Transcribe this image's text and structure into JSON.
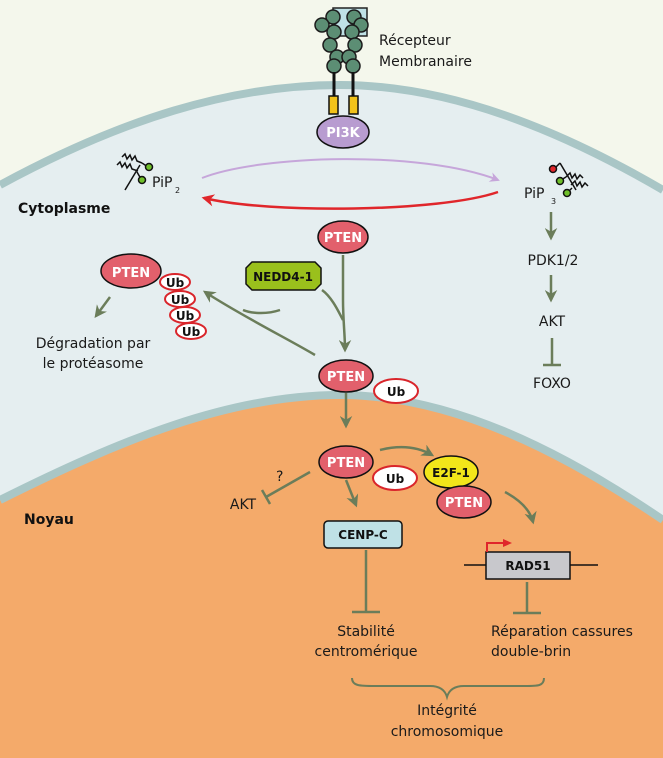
{
  "colors": {
    "background": "#f4f7ec",
    "cytoplasm": "#e5eef0",
    "membrane": "#a9c6c6",
    "nucleus": "#f4aa6a",
    "arrow": "#6b7d5a",
    "pten_fill": "#e2606c",
    "ub_stroke": "#d9252b",
    "pi3k_fill": "#b89cd0",
    "nedd4_fill": "#9ac01c",
    "e2f1_fill": "#f2e61a",
    "cenpc_fill": "#bfe1e6",
    "rad51_fill": "#c8c8cc",
    "red_arrow": "#e0262b",
    "purple_arrow": "#c6a6da"
  },
  "regions": {
    "cytoplasm": "Cytoplasme",
    "nucleus": "Noyau"
  },
  "receptor": {
    "label_line1": "Récepteur",
    "label_line2": "Membranaire",
    "kinase": "PI3K"
  },
  "lipids": {
    "pip2": "PiP",
    "pip2_sub": "2",
    "pip3": "PiP",
    "pip3_sub": "3"
  },
  "akt_pathway": {
    "pdk": "PDK1/2",
    "akt": "AKT",
    "foxo": "FOXO"
  },
  "cytoplasm_nodes": {
    "pten_top": "PTEN",
    "nedd4": "NEDD4-1",
    "pten_poly": "PTEN",
    "ub_chain": [
      "Ub",
      "Ub",
      "Ub",
      "Ub"
    ],
    "degradation_line1": "Dégradation par",
    "degradation_line2": "le protéasome",
    "pten_mono": "PTEN",
    "ub_mono": "Ub"
  },
  "nucleus_nodes": {
    "pten": "PTEN",
    "ub": "Ub",
    "question": "?",
    "akt": "AKT",
    "cenpc": "CENP-C",
    "e2f1": "E2F-1",
    "pten_e2f1": "PTEN",
    "rad51": "RAD51",
    "stability_line1": "Stabilité",
    "stability_line2": "centromérique",
    "repair_line1": "Réparation cassures",
    "repair_line2": "double-brin",
    "integrity_line1": "Intégrité",
    "integrity_line2": "chromosomique"
  }
}
